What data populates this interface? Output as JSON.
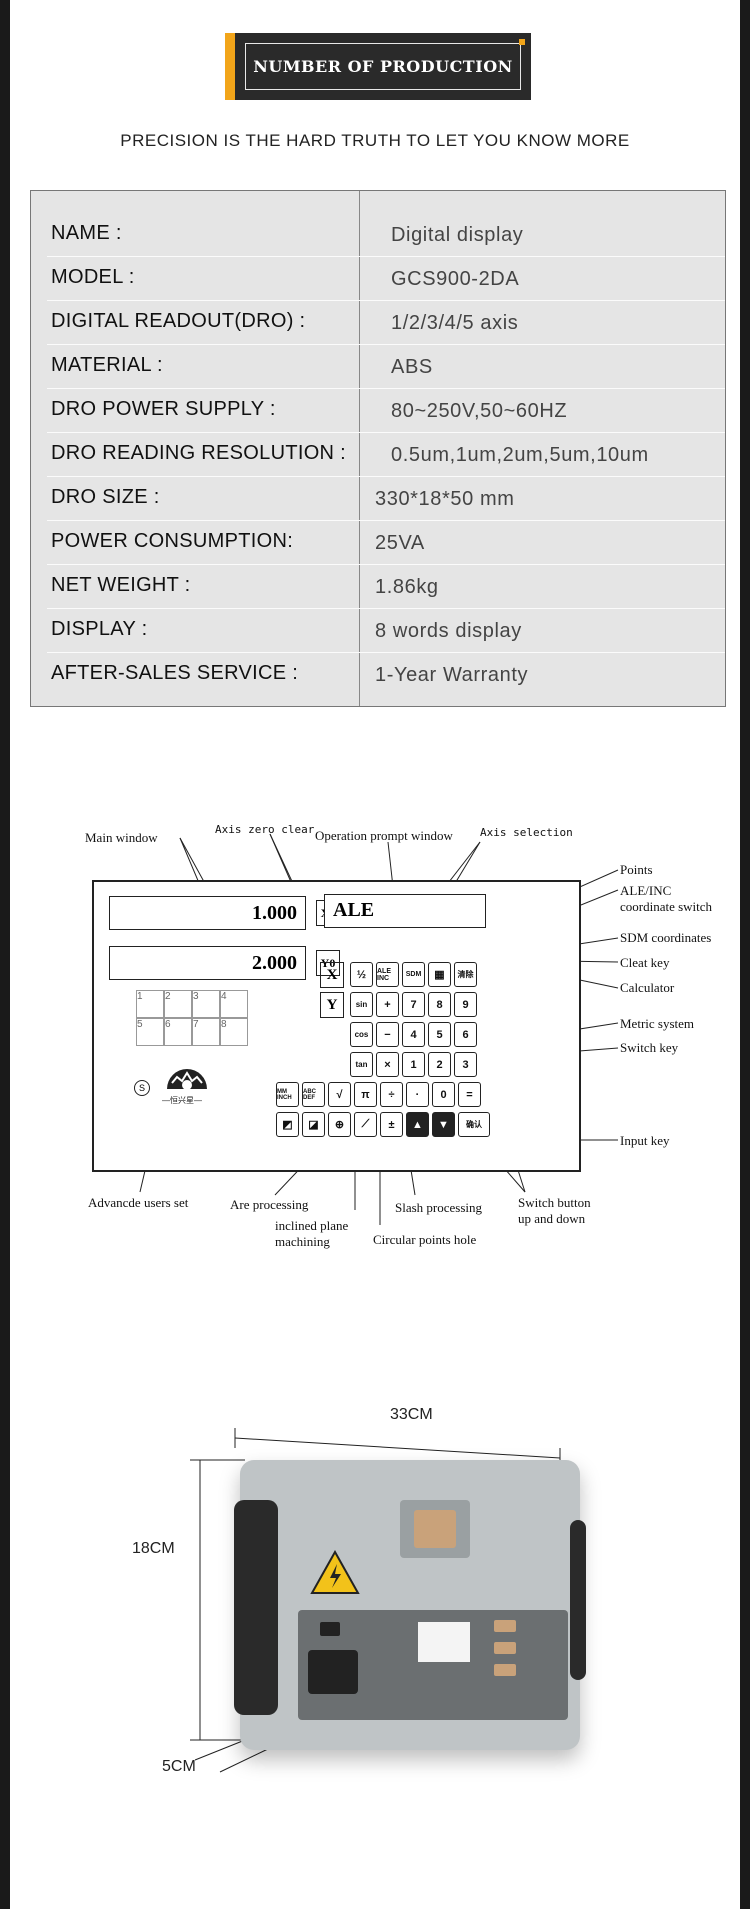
{
  "header": {
    "title": "NUMBER OF PRODUCTION",
    "subtitle": "PRECISION IS THE HARD TRUTH TO LET YOU KNOW MORE"
  },
  "specs": [
    {
      "label": "NAME :",
      "value": "Digital display"
    },
    {
      "label": "MODEL :",
      "value": "GCS900-2DA"
    },
    {
      "label": "DIGITAL READOUT(DRO) :",
      "value": "1/2/3/4/5 axis"
    },
    {
      "label": "MATERIAL :",
      "value": "ABS"
    },
    {
      "label": "DRO POWER SUPPLY :",
      "value": "80~250V,50~60HZ"
    },
    {
      "label": "DRO READING RESOLUTION :",
      "value": "0.5um,1um,2um,5um,10um"
    },
    {
      "label": "DRO SIZE :",
      "value": "330*18*50 mm"
    },
    {
      "label": "POWER CONSUMPTION:",
      "value": "25VA"
    },
    {
      "label": "NET WEIGHT :",
      "value": "1.86kg"
    },
    {
      "label": "DISPLAY :",
      "value": "8 words display"
    },
    {
      "label": "AFTER-SALES SERVICE :",
      "value": "1-Year Warranty"
    }
  ],
  "diagram": {
    "labels": {
      "main_window": "Main window",
      "axis_zero_clear": "Axis zero clear",
      "operation_prompt_window": "Operation prompt window",
      "axis_selection": "Axis selection",
      "points": "Points",
      "ale_inc_1": "ALE/INC",
      "ale_inc_2": "coordinate switch",
      "sdm": "SDM coordinates",
      "clear_key": "Cleat key",
      "calculator": "Calculator",
      "metric": "Metric system",
      "switch_key": "Switch key",
      "input_key": "Input key",
      "advanced": "Advancde users set",
      "arc": "Are processing",
      "inclined_1": "inclined plane",
      "inclined_2": "machining",
      "circular": "Circular points hole",
      "slash": "Slash processing",
      "switch_btn_1": "Switch button",
      "switch_btn_2": "up and down"
    },
    "readout_x": "1.000",
    "readout_y": "2.000",
    "prompt": "ALE",
    "axis_x": "X",
    "axis_y": "Y",
    "zero_x": "X0",
    "zero_y": "Y0",
    "keys_row1": [
      "½",
      "ALE INC",
      "SDM",
      "▦",
      "清除"
    ],
    "keys_row2": [
      "sin",
      "+",
      "7",
      "8",
      "9"
    ],
    "keys_row3": [
      "cos",
      "−",
      "4",
      "5",
      "6"
    ],
    "keys_row4": [
      "tan",
      "×",
      "1",
      "2",
      "3"
    ],
    "keys_row5": [
      "MM INCH",
      "ABC DEF",
      "√",
      "π",
      "÷",
      "·",
      "0",
      "="
    ],
    "keys_row6": [
      "◩",
      "◪",
      "⊕",
      "⟋",
      "±",
      "▲",
      "▼",
      "确认"
    ],
    "seg_digits": [
      "1",
      "2",
      "3",
      "4",
      "5",
      "6",
      "7",
      "8"
    ],
    "symbol_s": "S",
    "brand": "—恒兴星—"
  },
  "photo": {
    "width_label": "33CM",
    "height_label": "18CM",
    "depth_label": "5CM"
  }
}
